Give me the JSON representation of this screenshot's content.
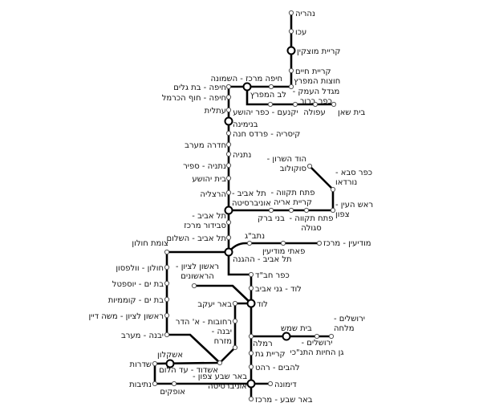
{
  "title": "Israel Railways network map",
  "colors": {
    "track": "#000000",
    "station_fill": "#ffffff",
    "station_stroke": "#555555"
  },
  "stations": [
    {
      "lines": [
        "נהריה"
      ]
    },
    {
      "lines": [
        "עכו"
      ]
    },
    {
      "lines": [
        "קריית מוצקין"
      ]
    },
    {
      "lines": [
        "קריית חיים"
      ]
    },
    {
      "lines": [
        "חוצות המפרץ"
      ]
    },
    {
      "lines": [
        "לב המפרץ"
      ]
    },
    {
      "lines": [
        "חיפה מרכז - השמונה"
      ]
    },
    {
      "lines": [
        "חיפה - בת גלים"
      ]
    },
    {
      "lines": [
        "חיפה - חוף הכרמל"
      ]
    },
    {
      "lines": [
        "עתלית"
      ]
    },
    {
      "lines": [
        "בנימינה"
      ]
    },
    {
      "lines": [
        "קיסריה - פרדס חנה"
      ]
    },
    {
      "lines": [
        "חדרה מערב"
      ]
    },
    {
      "lines": [
        "נתניה"
      ]
    },
    {
      "lines": [
        "נתניה - ספיר"
      ]
    },
    {
      "lines": [
        "בית יהושע"
      ]
    },
    {
      "lines": [
        "הרצליה"
      ]
    },
    {
      "lines": [
        "תל אביב -",
        "אוניברסיטה"
      ]
    },
    {
      "lines": [
        "תל אביב -",
        "סבידור מרכז"
      ]
    },
    {
      "lines": [
        "תל אביב - השלום"
      ]
    },
    {
      "lines": [
        "תל אביב - ההגנה"
      ]
    },
    {
      "lines": [
        "נתב\"ג"
      ]
    },
    {
      "lines": [
        "פאתי מודיעין"
      ]
    },
    {
      "lines": [
        "מודיעין - מרכז"
      ]
    },
    {
      "lines": [
        "צומת חולון"
      ]
    },
    {
      "lines": [
        "חולון - וולפסון"
      ]
    },
    {
      "lines": [
        "בת ים - יוספטל"
      ]
    },
    {
      "lines": [
        "בת ים - קוממיות"
      ]
    },
    {
      "lines": [
        "ראשון לציון - משה דיין"
      ]
    },
    {
      "lines": [
        "יבנה - מערב"
      ]
    },
    {
      "lines": [
        "ראשון לציון -",
        "הראשונים"
      ]
    },
    {
      "lines": [
        "כפר חב\"ד"
      ]
    },
    {
      "lines": [
        "לוד - גני אביב"
      ]
    },
    {
      "lines": [
        "לוד"
      ]
    },
    {
      "lines": [
        "באר יעקב"
      ]
    },
    {
      "lines": [
        "רחובות - א' הדר"
      ]
    },
    {
      "lines": [
        "יבנה -",
        "מזרח"
      ]
    },
    {
      "lines": [
        "אשדוד - עד הלום"
      ]
    },
    {
      "lines": [
        "אשקלון"
      ]
    },
    {
      "lines": [
        "שדרות"
      ]
    },
    {
      "lines": [
        "נתיבות"
      ]
    },
    {
      "lines": [
        "אופקים"
      ]
    },
    {
      "lines": [
        "באר שבע צפון -",
        "אוניברסיטה"
      ]
    },
    {
      "lines": [
        "דימונה"
      ]
    },
    {
      "lines": [
        "באר שבע - מרכז"
      ]
    },
    {
      "lines": [
        "רמלה"
      ]
    },
    {
      "lines": [
        "קריית גת"
      ]
    },
    {
      "lines": [
        "להבים - רהט"
      ]
    },
    {
      "lines": [
        "בית שמש"
      ]
    },
    {
      "lines": [
        "ירושלים -",
        "גן החיות התנ\"כי"
      ]
    },
    {
      "lines": [
        "ירושלים -",
        "מלחה"
      ]
    },
    {
      "lines": [
        "יקנעם - כפר יהושע"
      ]
    },
    {
      "lines": [
        "מגדל העמק -",
        "כפר ברוך"
      ]
    },
    {
      "lines": [
        "עפולה"
      ]
    },
    {
      "lines": [
        "בית שאן"
      ]
    },
    {
      "lines": [
        "בני ברק"
      ]
    },
    {
      "lines": [
        "פתח תקווה -",
        "קריית אריה"
      ]
    },
    {
      "lines": [
        "פתח תקווה -",
        "סגולה"
      ]
    },
    {
      "lines": [
        "ראש העין -",
        "צפון"
      ]
    },
    {
      "lines": [
        "כפר סבא -",
        "נורדאו"
      ]
    },
    {
      "lines": [
        "הוד השרון -",
        "סוקולוב"
      ]
    }
  ]
}
